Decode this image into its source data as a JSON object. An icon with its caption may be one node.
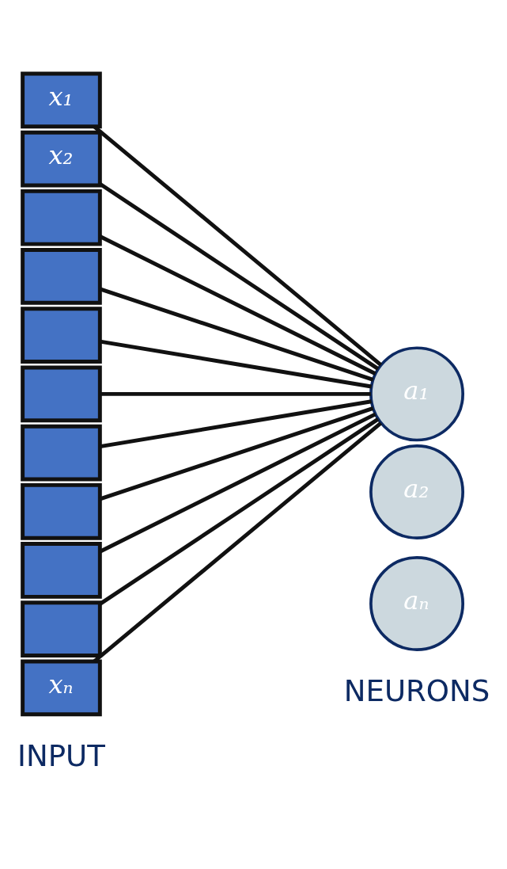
{
  "diagram": {
    "nodes": [
      {
        "text": [
          "x₁"
        ]
      },
      {
        "text": [
          "x₂"
        ]
      },
      {
        "text": [],
        "shape": "box"
      },
      {
        "text": [],
        "shape": "box"
      },
      {
        "text": [],
        "shape": "box"
      },
      {
        "text": [],
        "shape": "box"
      },
      {
        "text": [],
        "shape": "box"
      },
      {
        "text": [],
        "shape": "box"
      },
      {
        "text": [],
        "shape": "box"
      },
      {
        "text": [],
        "shape": "box"
      },
      {
        "text": [
          "xₙ"
        ]
      },
      {
        "text": [
          "a₁"
        ]
      },
      {
        "text": [
          "a₂"
        ]
      },
      {
        "text": [
          "aₙ"
        ]
      }
    ],
    "edges": [
      {
        "from": 0,
        "to": 11,
        "arrow": "none"
      },
      {
        "from": 1,
        "to": 11,
        "arrow": "none"
      },
      {
        "from": 2,
        "to": 11,
        "arrow": "none"
      },
      {
        "from": 3,
        "to": 11,
        "arrow": "none"
      },
      {
        "from": 4,
        "to": 11,
        "arrow": "none"
      },
      {
        "from": 5,
        "to": 11,
        "arrow": "none"
      },
      {
        "from": 6,
        "to": 11,
        "arrow": "none"
      },
      {
        "from": 7,
        "to": 11,
        "arrow": "none"
      },
      {
        "from": 8,
        "to": 11,
        "arrow": "none"
      },
      {
        "from": 9,
        "to": 11,
        "arrow": "none"
      },
      {
        "from": 10,
        "to": 11,
        "arrow": "none"
      }
    ],
    "labels": [
      "INPUT",
      "NEURONS"
    ]
  }
}
